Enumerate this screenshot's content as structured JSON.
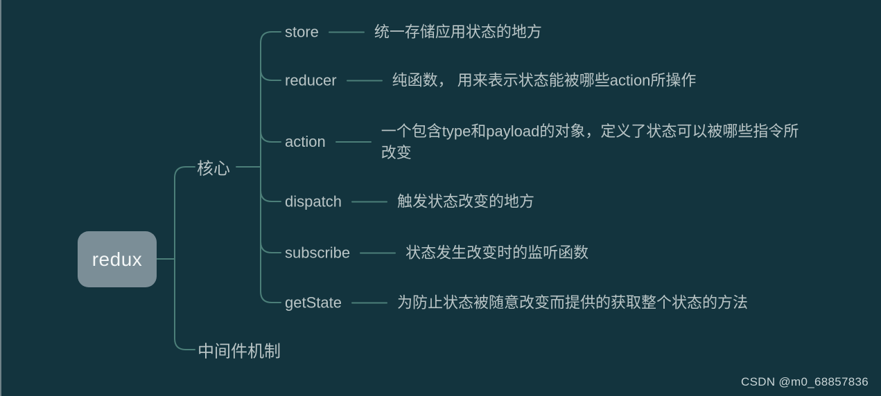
{
  "root": {
    "label": "redux"
  },
  "branches": [
    {
      "label": "核心",
      "children": [
        {
          "label": "store",
          "desc": "统一存储应用状态的地方"
        },
        {
          "label": "reducer",
          "desc": "纯函数， 用来表示状态能被哪些action所操作"
        },
        {
          "label": "action",
          "desc": "一个包含type和payload的对象，定义了状态可以被哪些指令所改变"
        },
        {
          "label": "dispatch",
          "desc": "触发状态改变的地方"
        },
        {
          "label": "subscribe",
          "desc": "状态发生改变时的监听函数"
        },
        {
          "label": "getState",
          "desc": "为防止状态被随意改变而提供的获取整个状态的方法"
        }
      ]
    },
    {
      "label": "中间件机制",
      "children": []
    }
  ],
  "watermark": "CSDN @m0_68857836",
  "colors": {
    "background": "#13343e",
    "line": "#4c7f79",
    "node_fill": "#7b8e97",
    "node_text": "#f4f7f7",
    "text": "#b9c5c6"
  }
}
